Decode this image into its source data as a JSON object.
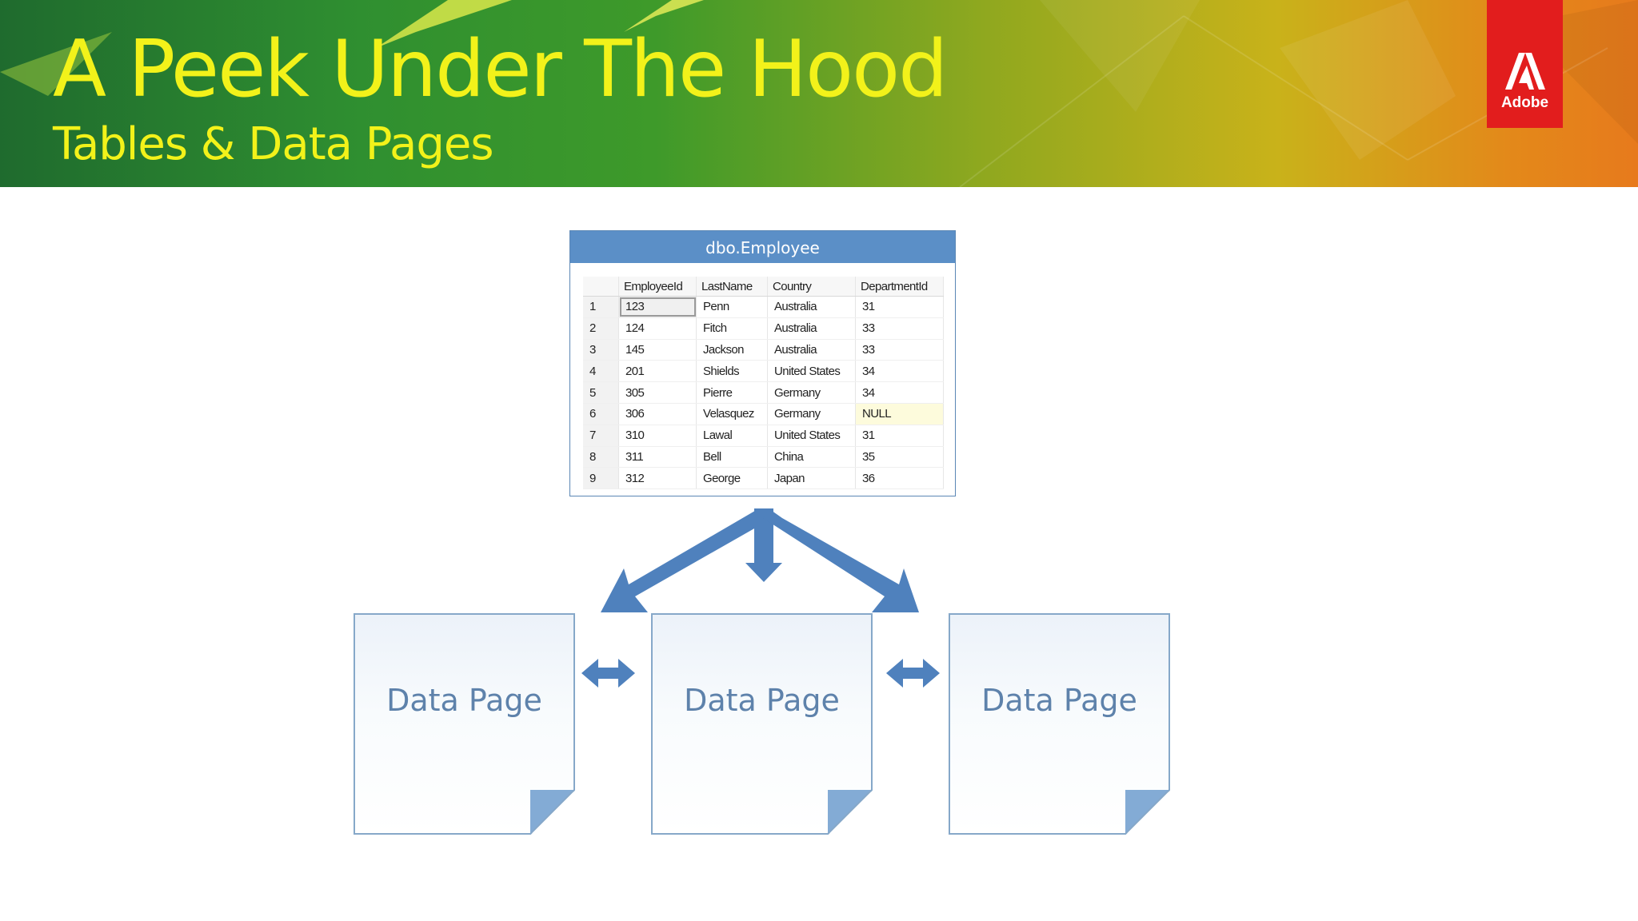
{
  "slide": {
    "title": "A Peek Under The Hood",
    "subtitle": "Tables & Data Pages",
    "logo": {
      "text": "Adobe",
      "color": "#e21d1d"
    },
    "title_color": "#f2f21a"
  },
  "table": {
    "name": "dbo.Employee",
    "header_color": "#5b8fc7",
    "columns": [
      "",
      "EmployeeId",
      "LastName",
      "Country",
      "DepartmentId"
    ],
    "rows": [
      [
        "1",
        "123",
        "Penn",
        "Australia",
        "31"
      ],
      [
        "2",
        "124",
        "Fitch",
        "Australia",
        "33"
      ],
      [
        "3",
        "145",
        "Jackson",
        "Australia",
        "33"
      ],
      [
        "4",
        "201",
        "Shields",
        "United States",
        "34"
      ],
      [
        "5",
        "305",
        "Pierre",
        "Germany",
        "34"
      ],
      [
        "6",
        "306",
        "Velasquez",
        "Germany",
        "NULL"
      ],
      [
        "7",
        "310",
        "Lawal",
        "United States",
        "31"
      ],
      [
        "8",
        "311",
        "Bell",
        "China",
        "35"
      ],
      [
        "9",
        "312",
        "George",
        "Japan",
        "36"
      ]
    ]
  },
  "data_pages": [
    {
      "label": "Data Page"
    },
    {
      "label": "Data Page"
    },
    {
      "label": "Data Page"
    }
  ],
  "arrow_color": "#4f81bd"
}
